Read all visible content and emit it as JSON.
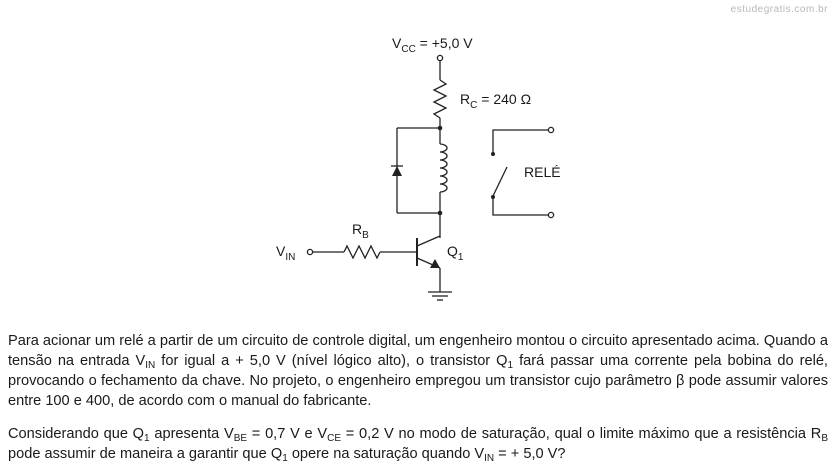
{
  "watermark": "estudegratis.com.br",
  "circuit": {
    "vcc": {
      "sym": "V",
      "sub": "CC",
      "val": " = +5,0 V"
    },
    "rc": {
      "sym": "R",
      "sub": "C",
      "val": " = 240 Ω"
    },
    "rb": {
      "sym": "R",
      "sub": "B"
    },
    "vin": {
      "sym": "V",
      "sub": "IN"
    },
    "q1": {
      "sym": "Q",
      "sub": "1"
    },
    "rele": "RELÉ"
  },
  "question": {
    "p1": {
      "a": "Para acionar um relé a partir de um circuito de controle digital, um engenheiro montou o circuito apresentado acima. Quando a tensão na entrada V",
      "s1": "IN",
      "b": " for igual a + 5,0 V (nível lógico alto), o transistor Q",
      "s2": "1",
      "c": " fará passar uma corrente pela bobina do relé, provocando o fechamento da chave. No projeto, o engenheiro empregou um transistor cujo parâmetro β pode assumir valores entre 100 e 400, de acordo com o manual do fabricante."
    },
    "p2": {
      "a": "Considerando que Q",
      "s1": "1",
      "b": " apresenta V",
      "s2": "BE",
      "c": " = 0,7 V e V",
      "s3": "CE",
      "d": " = 0,2 V no modo de saturação, qual o limite máximo que a resistência R",
      "s4": "B",
      "e": " pode assumir de maneira a garantir que Q",
      "s5": "1",
      "f": " opere na saturação quando V",
      "s6": "IN",
      "g": " = + 5,0 V?"
    }
  }
}
